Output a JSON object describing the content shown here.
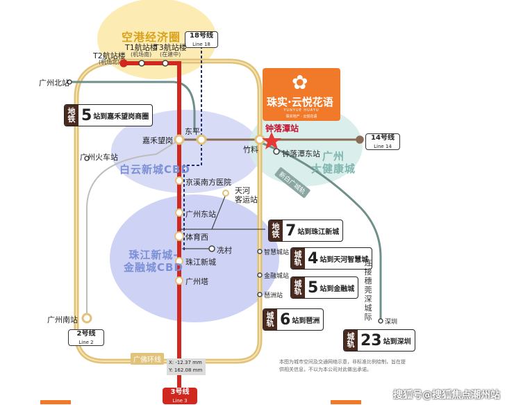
{
  "zones": {
    "airport": "空港经济圈",
    "baiyun": "白云新城CBD",
    "zhujiang": "珠江新城-\n金融城CBD",
    "health": "广州\n大健康城"
  },
  "lines": {
    "l18": {
      "cn": "18号线",
      "en": "Line 18"
    },
    "l14": {
      "cn": "14号线",
      "en": "Line 14"
    },
    "l2": {
      "cn": "2号线",
      "en": "Line 2"
    },
    "l3": {
      "cn": "3号线",
      "en": "Line 3"
    }
  },
  "stations": {
    "t2": "T2航站楼",
    "t2_sub": "(机场北)",
    "t1": "T1航站楼",
    "t1_sub": "(机场南)",
    "t3": "T3航站楼",
    "t3_sub": "(在建中)",
    "guangzhou_north": "广州北站",
    "jiahewanggang": "嘉禾望岗",
    "dongping": "东平",
    "zhuliao": "竹料",
    "zhongluotan": "钟落潭站",
    "zhongluotan_east": "钟落潭东站",
    "guangzhou_train": "广州火车站",
    "jingxi": "京溪南方医院",
    "tianhe_bus": "天河\n客运站",
    "guangzhou_east": "广州东站",
    "tiyuxi": "体育西",
    "xiancun": "冼村",
    "zhujiang_new": "珠江新城",
    "canton_tower": "广州塔",
    "guangzhou_south": "广州南站",
    "zhihui": "智慧城站",
    "jinrong": "金融城站",
    "pazhou": "琶洲站",
    "shenzhen": "深圳"
  },
  "badges": {
    "metro5": {
      "tag": "地\n铁",
      "num": "5",
      "txt": "站到嘉禾望岗商圈"
    },
    "metro7": {
      "tag": "地\n铁",
      "num": "7",
      "txt": "站到珠江新城"
    },
    "rail4": {
      "tag": "城\n轨",
      "num": "4",
      "txt": "站到天河智慧城"
    },
    "rail5": {
      "tag": "城\n轨",
      "num": "5",
      "txt": "站到金融城"
    },
    "rail6": {
      "tag": "城\n轨",
      "num": "6",
      "txt": "站到琶洲"
    },
    "rail23": {
      "tag": "城\n轨",
      "num": "23",
      "txt": "站到深圳"
    }
  },
  "labels": {
    "xinbai": "新白广城轨",
    "guangfo": "广佛环线",
    "connect": "连接穗莞深城际"
  },
  "logo": {
    "flower": "✿",
    "name": "珠实·云悦花语",
    "en": "YUNYUE HUAYU",
    "en2": "珠实地产 · 云悦花语"
  },
  "coord": {
    "x": "X: -12.37 mm",
    "y": "Y: 162.08 mm"
  },
  "note": "本图为城市空间及交通网络示意，非标准比例绘制，旨在提供相关信息，不以为本公司对此做出承诺。",
  "watermark": "搜狐号@搜狐焦点潮州站",
  "colors": {
    "line3": "#d0281f",
    "line2": "#e0c27a",
    "line14": "#8a6b55",
    "line18": "#1f2d6b",
    "rail": "#6f8f8a",
    "star": "#e53935",
    "zone_blue": "#c9cdf3",
    "zone_yellow": "#fbe9a6",
    "zone_teal": "#d6ece9"
  }
}
